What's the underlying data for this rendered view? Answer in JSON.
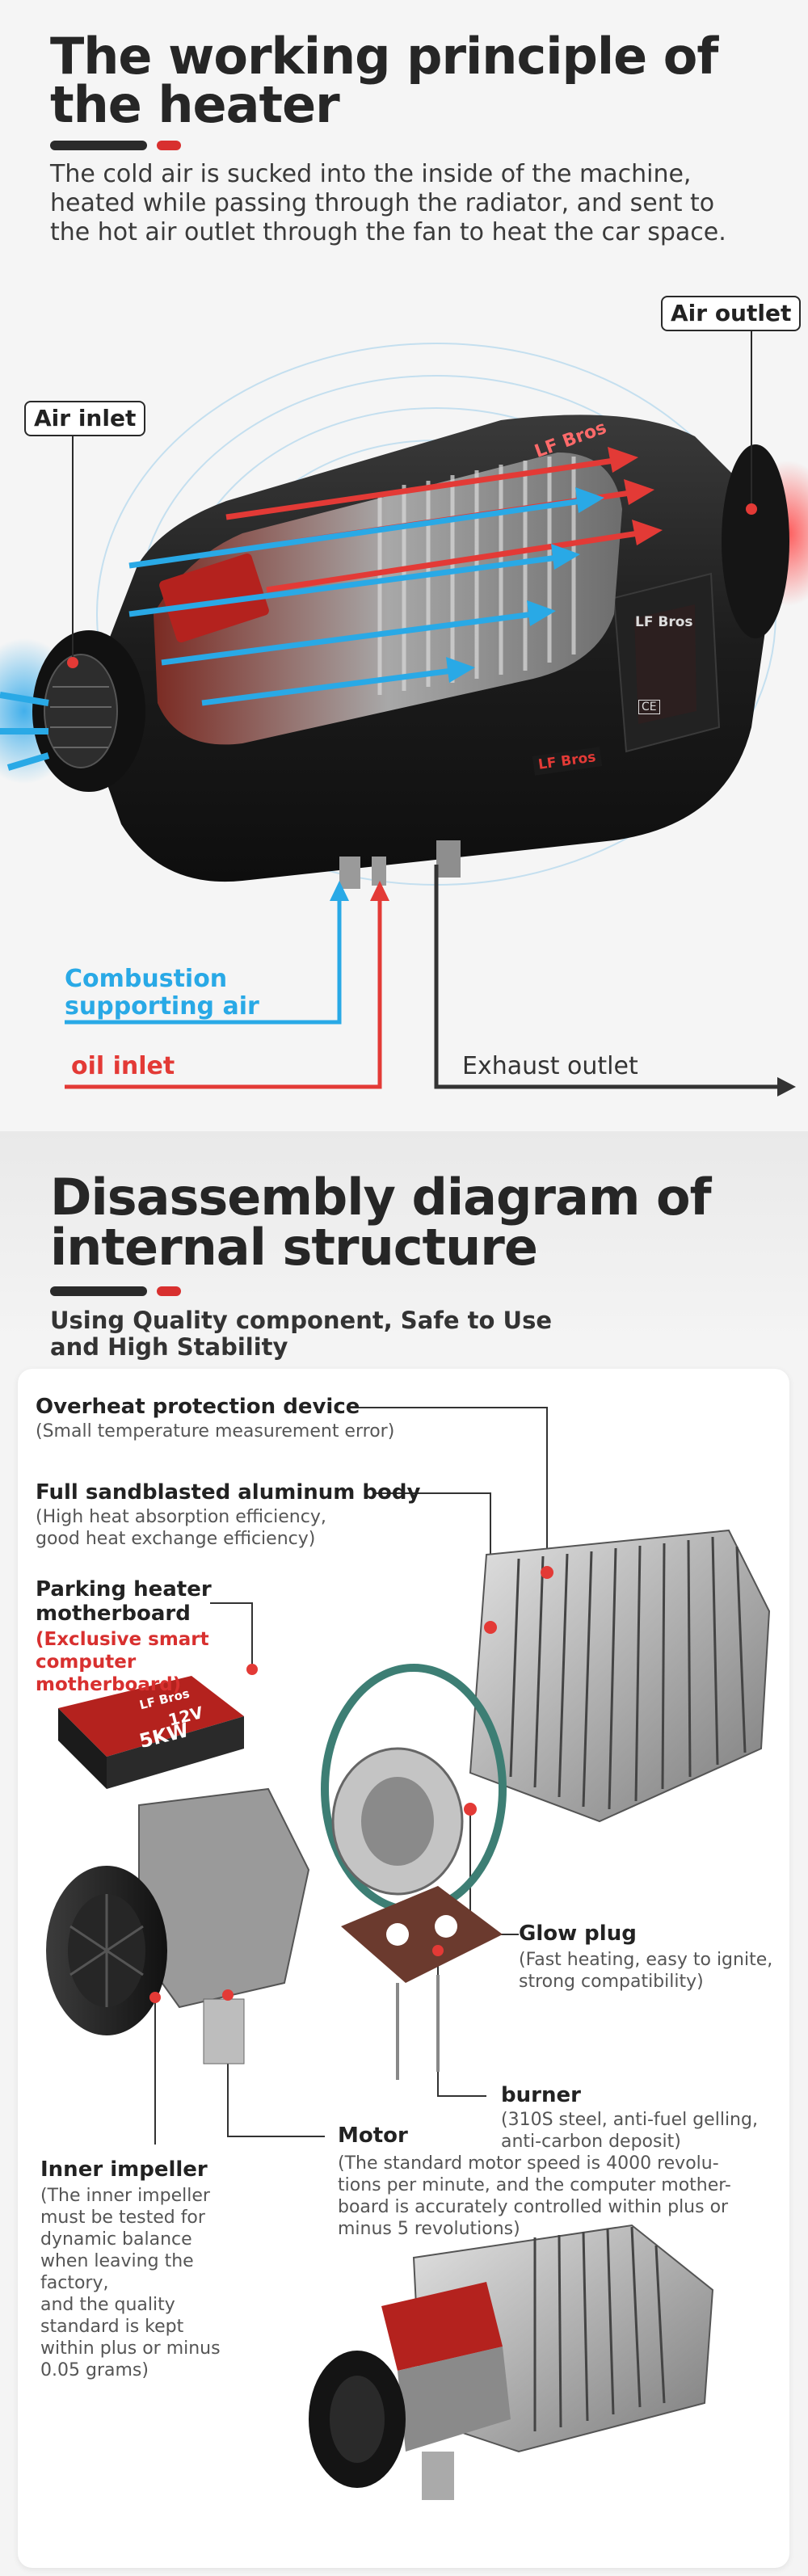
{
  "section1": {
    "title_line1": "The working principle of",
    "title_line2": "the heater",
    "desc_line1": "The cold air is sucked into the inside of the machine,",
    "desc_line2": "heated while passing through the radiator, and sent to",
    "desc_line3": "the hot air outlet through the fan to heat the car space.",
    "tags": {
      "air_outlet": "Air outlet",
      "air_inlet": "Air inlet"
    },
    "flows": {
      "combustion_line1": "Combustion",
      "combustion_line2": "supporting air",
      "oil_inlet": "oil inlet",
      "exhaust_outlet": "Exhaust outlet"
    },
    "brand": "LF Bros",
    "panel_brand": "LF Bros",
    "ce_mark": "CE",
    "colors": {
      "blue": "#29a9e6",
      "red": "#e33a36",
      "dark": "#2a2a2a"
    }
  },
  "section2": {
    "title_line1": "Disassembly diagram of",
    "title_line2": "internal structure",
    "sub_line1": "Using Quality component, Safe to Use",
    "sub_line2": "and High Stability",
    "motherboard_label": {
      "brand": "LF Bros",
      "voltage": "12V",
      "power": "5KW"
    },
    "parts": {
      "overheat": {
        "title": "Overheat protection device",
        "desc": "(Small temperature measurement error)"
      },
      "aluminum": {
        "title": "Full sandblasted aluminum body",
        "desc1": "(High heat absorption efficiency,",
        "desc2": "good heat exchange efficiency)"
      },
      "motherboard": {
        "title1": "Parking heater",
        "title2": "motherboard",
        "desc1": "(Exclusive smart",
        "desc2": "computer",
        "desc3": "motherboard)"
      },
      "glow": {
        "title": "Glow plug",
        "desc1": "(Fast heating, easy to ignite,",
        "desc2": "strong compatibility)"
      },
      "burner": {
        "title": "burner",
        "desc1": "(310S steel, anti-fuel gelling,",
        "desc2": "anti-carbon deposit)"
      },
      "motor": {
        "title": "Motor",
        "desc1": "(The standard motor speed is 4000 revolu-",
        "desc2": "tions per minute, and the computer mother-",
        "desc3": "board is accurately controlled within plus or",
        "desc4": "minus 5 revolutions)"
      },
      "impeller": {
        "title": "Inner impeller",
        "desc1": "(The inner impeller",
        "desc2": "must be tested for",
        "desc3": "dynamic balance",
        "desc4": "when leaving the",
        "desc5": "factory,",
        "desc6": "and the quality",
        "desc7": "standard is kept",
        "desc8": "within plus or minus",
        "desc9": "0.05 grams)"
      }
    }
  }
}
